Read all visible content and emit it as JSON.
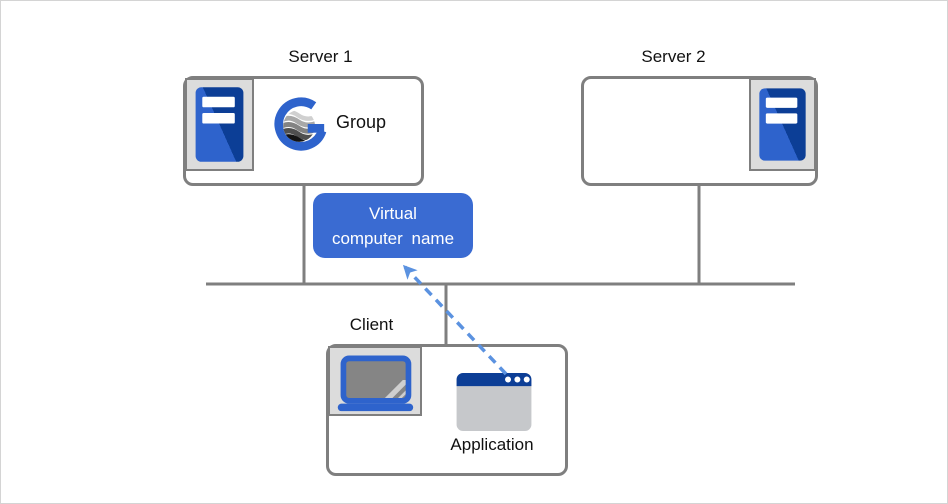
{
  "nodes": {
    "server1": {
      "title": "Server 1",
      "badge": "Group"
    },
    "server2": {
      "title": "Server 2"
    },
    "client": {
      "title": "Client",
      "app_label": "Application"
    },
    "virtual_name": {
      "line1": "Virtual",
      "line2": "computer name"
    }
  },
  "icons": {
    "server1_panel": "server-tower-icon",
    "server2_panel": "server-tower-icon",
    "client_panel": "laptop-icon",
    "client_app": "application-window-icon",
    "server1_logo": "group-globe-logo"
  },
  "colors": {
    "accent_blue": "#3a6bd2",
    "dark_blue": "#0c3e96",
    "mid_blue": "#2e63cc",
    "arrow_blue": "#5b92e0",
    "line_gray": "#7f7f7f",
    "panel_gray": "#dcdcdc",
    "icon_gray": "#c6c8cb",
    "screen_gray": "#858585",
    "border_light": "#d4d4d4"
  }
}
